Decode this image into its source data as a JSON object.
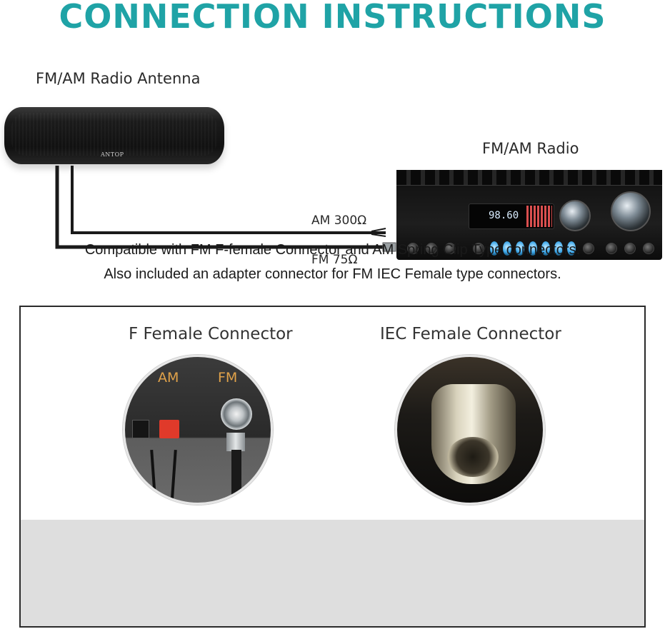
{
  "title": "CONNECTION INSTRUCTIONS",
  "diagram": {
    "antenna_label": "FM/AM Radio Antenna",
    "antenna_brand": "ANTOP",
    "radio_label": "FM/AM Radio",
    "am_cable_label": "AM 300Ω",
    "fm_cable_label": "FM 75Ω",
    "radio_display": "98.60"
  },
  "connectors": {
    "f_female": {
      "title": "F Female Connector",
      "tag_am": "AM",
      "tag_fm": "FM"
    },
    "iec_female": {
      "title": "IEC Female Connector"
    }
  },
  "footer": {
    "line1": "Compatible with FM F-female Connector and AM Spring Clip Type connectors.",
    "line2": "Also included an adapter connector for FM IEC Female type connectors."
  },
  "colors": {
    "title": "#1fa3a6",
    "footer_bg": "#dedede",
    "connector_tag": "#e0a24a",
    "am_clip": "#e03a2a"
  }
}
